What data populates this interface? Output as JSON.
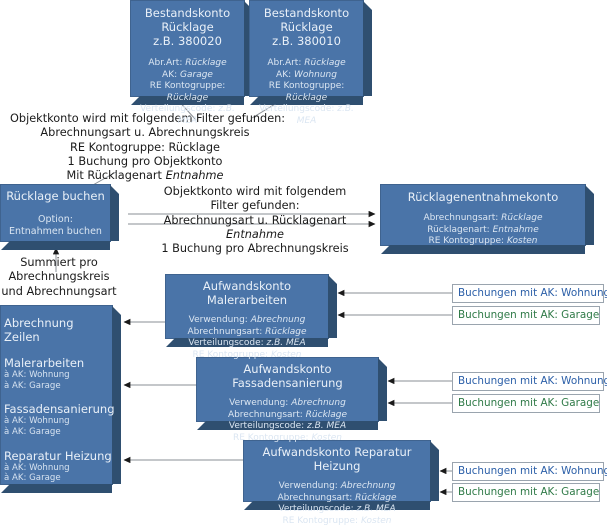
{
  "diagram": {
    "title": "Rücklagenbuchung Ablaufdiagramm",
    "colors": {
      "box_fill": "#4a74a8",
      "box_shadow": "#2f4f70",
      "box_text": "#ffffff",
      "callout_wohnung": "#2b5fa8",
      "callout_garage": "#2f7a47",
      "line": "#8a8f95",
      "background": "#ffffff"
    }
  },
  "boxes": {
    "bestandskonto_garage": {
      "title_line1": "Bestandskonto",
      "title_line2": "Rücklage",
      "title_line3": "z.B. 380020",
      "details": [
        {
          "label": "Abr.Art:",
          "value": "Rücklage"
        },
        {
          "label": "AK:",
          "value": "Garage"
        },
        {
          "label": "RE Kontogruppe:",
          "value": "Rücklage"
        },
        {
          "label": "Verteilungscode:",
          "value": "z.B. MEA"
        }
      ]
    },
    "bestandskonto_wohnung": {
      "title_line1": "Bestandskonto",
      "title_line2": "Rücklage",
      "title_line3": "z.B. 380010",
      "details": [
        {
          "label": "Abr.Art:",
          "value": "Rücklage"
        },
        {
          "label": "AK:",
          "value": "Wohnung"
        },
        {
          "label": "RE Kontogruppe:",
          "value": "Rücklage"
        },
        {
          "label": "Verteilungscode:",
          "value": "z.B. MEA"
        }
      ]
    },
    "ruecklage_buchen": {
      "title": "Rücklage buchen",
      "option_label": "Option:",
      "option_value": "Entnahmen buchen"
    },
    "ruecklagenentnahmekonto": {
      "title": "Rücklagenentnahmekonto",
      "details": [
        {
          "label": "Abrechnungsart:",
          "value": "Rücklage"
        },
        {
          "label": "Rücklagenart:",
          "value": "Entnahme"
        },
        {
          "label": "RE Kontogruppe:",
          "value": "Kosten"
        }
      ]
    },
    "abrechnung_zeilen": {
      "title": "Abrechnung Zeilen",
      "groups": [
        {
          "name": "Malerarbeiten",
          "lines": [
            "à AK: Wohnung",
            "à AK: Garage"
          ]
        },
        {
          "name": "Fassadensanierung",
          "lines": [
            "à AK: Wohnung",
            "à AK: Garage"
          ]
        },
        {
          "name": "Reparatur Heizung",
          "lines": [
            "à AK: Wohnung",
            "à AK: Garage"
          ]
        }
      ]
    },
    "aufwandskonto_malerarbeiten": {
      "title": "Aufwandskonto Malerarbeiten",
      "details": [
        {
          "label": "Verwendung:",
          "value": "Abrechnung"
        },
        {
          "label": "Abrechnungsart:",
          "value": "Rücklage"
        },
        {
          "label": "Verteilungscode:",
          "value": "z.B. MEA"
        },
        {
          "label": "RE Kontogruppe:",
          "value": "Kosten"
        }
      ]
    },
    "aufwandskonto_fassadensanierung": {
      "title": "Aufwandskonto Fassadensanierung",
      "details": [
        {
          "label": "Verwendung:",
          "value": "Abrechnung"
        },
        {
          "label": "Abrechnungsart:",
          "value": "Rücklage"
        },
        {
          "label": "Verteilungscode:",
          "value": "z.B. MEA"
        },
        {
          "label": "RE Kontogruppe:",
          "value": "Kosten"
        }
      ]
    },
    "aufwandskonto_reparatur_heizung": {
      "title": "Aufwandskonto Reparatur Heizung",
      "details": [
        {
          "label": "Verwendung:",
          "value": "Abrechnung"
        },
        {
          "label": "Abrechnungsart:",
          "value": "Rücklage"
        },
        {
          "label": "Verteilungscode:",
          "value": "z.B. MEA"
        },
        {
          "label": "RE Kontogruppe:",
          "value": "Kosten"
        }
      ]
    }
  },
  "notes": {
    "filter_objektkonto": {
      "line1": "Objektkonto wird mit folgendem Filter gefunden:",
      "line2": "Abrechnungsart u. Abrechnungskreis",
      "line3": "RE Kontogruppe: Rücklage",
      "line4": "1 Buchung pro Objektkonto",
      "line5_pre": "Mit Rücklagenart ",
      "line5_em": "Entnahme"
    },
    "filter_ruecklagenart": {
      "line1": "Objektkonto wird mit folgendem",
      "line2": "Filter gefunden:",
      "line3": "Abrechnungsart u. Rücklagenart",
      "line4_em": "Entnahme",
      "line5": "1 Buchung pro Abrechnungskreis"
    },
    "summiert": {
      "line1": "Summiert pro",
      "line2": "Abrechnungskreis",
      "line3": "und Abrechnungsart"
    }
  },
  "callouts": {
    "malerarbeiten_wohnung": "Buchungen mit AK: Wohnung",
    "malerarbeiten_garage": "Buchungen mit AK: Garage",
    "fassade_wohnung": "Buchungen mit AK: Wohnung",
    "fassade_garage": "Buchungen mit AK: Garage",
    "heizung_wohnung": "Buchungen mit AK: Wohnung",
    "heizung_garage": "Buchungen mit AK: Garage"
  }
}
